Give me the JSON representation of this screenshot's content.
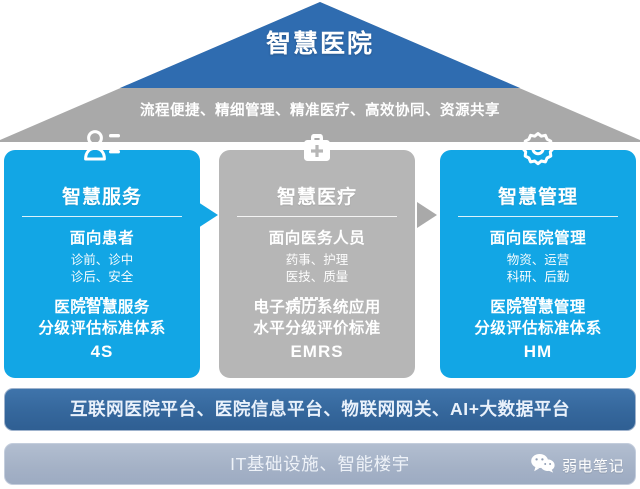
{
  "roof": {
    "title": "智慧医院",
    "subtitle": "流程便捷、精细管理、精准医疗、高效协同、资源共享",
    "roof_color": "#2f6cb0",
    "eave_color": "#a9a9a9"
  },
  "columns": [
    {
      "icon": "person-list-icon",
      "title": "智慧服务",
      "audience": "面向患者",
      "items_line1": "诊前、诊中",
      "items_line2": "诊后、安全",
      "standard_line1": "医院智慧服务",
      "standard_line2": "分级评估标准体系",
      "code": "4S",
      "color": "#12a6e5"
    },
    {
      "icon": "medical-kit-icon",
      "title": "智慧医疗",
      "audience": "面向医务人员",
      "items_line1": "药事、护理",
      "items_line2": "医技、质量",
      "standard_line1": "电子病历系统应用",
      "standard_line2": "水平分级评价标准",
      "code": "EMRS",
      "color": "#b6b6b6"
    },
    {
      "icon": "gear-icon",
      "title": "智慧管理",
      "audience": "面向医院管理",
      "items_line1": "物资、运营",
      "items_line2": "科研、后勤",
      "standard_line1": "医院智慧管理",
      "standard_line2": "分级评估标准体系",
      "code": "HM",
      "color": "#12a6e5"
    }
  ],
  "bars": {
    "platform": "互联网医院平台、医院信息平台、物联网网关、AI+大数据平台",
    "infrastructure": "IT基础设施、智能楼宇",
    "platform_color": "#35679c",
    "infrastructure_color": "#a4b1c6"
  },
  "watermark": {
    "icon": "wechat-icon",
    "label": "弱电笔记"
  }
}
